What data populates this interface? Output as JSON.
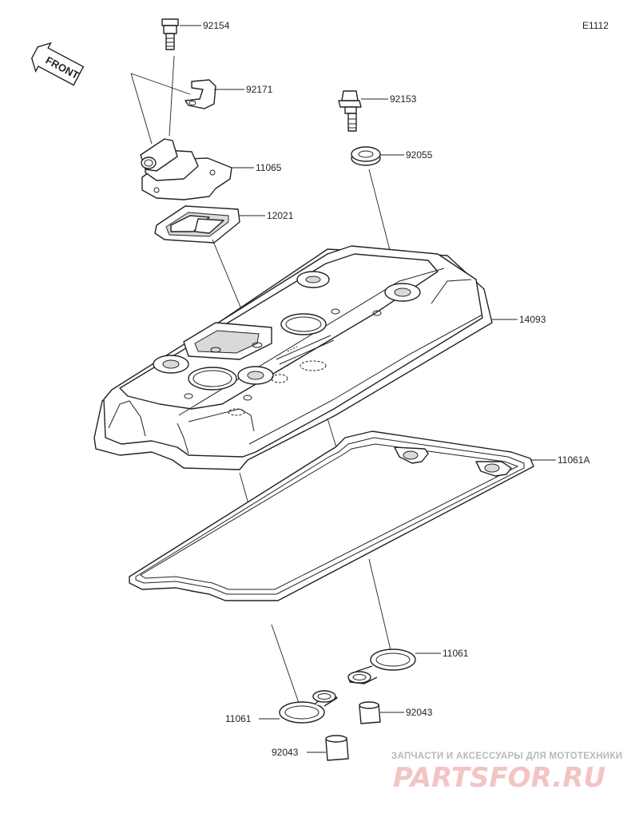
{
  "diagram_code": "E1112",
  "front_label": "FRONT",
  "parts": {
    "bolt_top": "92154",
    "clamp": "92171",
    "breather_cover": "11065",
    "breather_plate": "12021",
    "bolt_right": "92153",
    "washer_grommet": "92055",
    "head_cover": "14093",
    "head_cover_gasket": "11061A",
    "plug_gasket_right": "11061",
    "plug_gasket_left": "11061",
    "dowel_right": "92043",
    "dowel_left": "92043"
  },
  "watermark": {
    "tagline": "ЗАПЧАСТИ И АКСЕССУАРЫ ДЛЯ МОТОТЕХНИКИ",
    "brand": "PARTSFOR.RU"
  }
}
